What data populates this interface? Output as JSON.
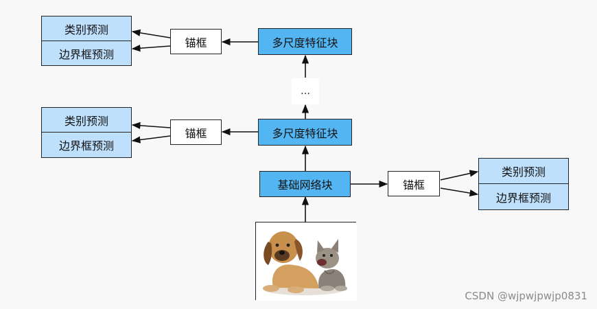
{
  "labels": {
    "class_pred": "类别预测",
    "bbox_pred": "边界框预测",
    "anchor": "锚框",
    "multiscale_block": "多尺度特征块",
    "base_block": "基础网络块",
    "ellipsis": "…"
  },
  "colors": {
    "block_fill": "#53b6f2",
    "pred_fill": "#bfe0fc",
    "anchor_fill": "#ffffff",
    "arrow": "#111111"
  },
  "image": {
    "subject": "puppy-and-kitten-photo"
  },
  "watermark": "CSDN @wjpwjpwjp0831"
}
